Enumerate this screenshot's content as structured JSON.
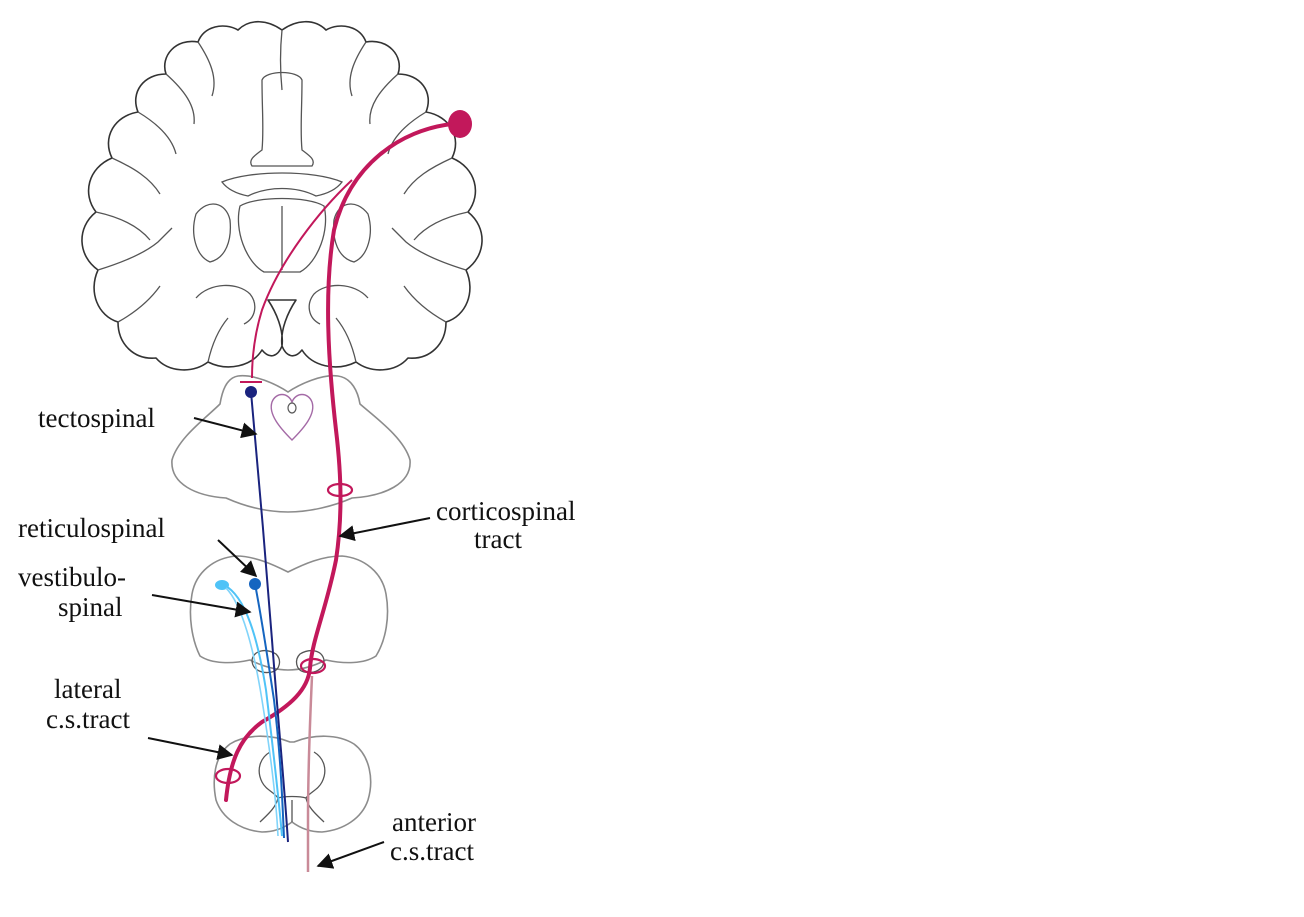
{
  "labels": {
    "tectospinal": "tectospinal",
    "reticulospinal": "reticulospinal",
    "vestibulo_1": "vestibulo-",
    "vestibulo_2": "spinal",
    "corticospinal_1": "corticospinal",
    "corticospinal_2": "tract",
    "lateral_1": "lateral",
    "lateral_2": "c.s.tract",
    "anterior_1": "anterior",
    "anterior_2": "c.s.tract"
  },
  "colors": {
    "corticospinal": "#c2185b",
    "anterior_cs": "#c98a98",
    "tectospinal": "#1a237e",
    "reticulospinal": "#1565c0",
    "vestibulospinal": "#4fc3f7",
    "outline": "#333333",
    "section": "#8c8c8c",
    "label": "#111111"
  }
}
